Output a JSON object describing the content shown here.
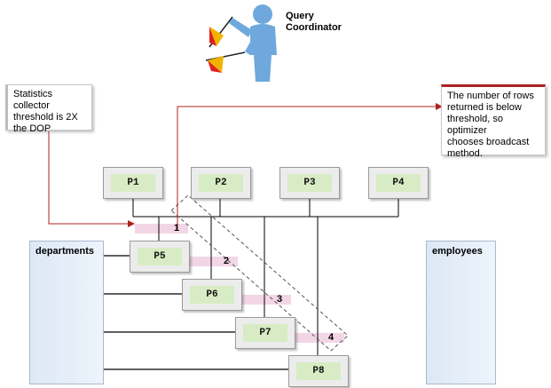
{
  "coordinator": {
    "label": "Query\nCoordinator"
  },
  "callouts": {
    "left": "Statistics collector\nthreshold is 2X\nthe DOP",
    "right": "The number of rows\nreturned is below\nthreshold, so optimizer\nchooses broadcast\nmethod."
  },
  "producers": [
    "P1",
    "P2",
    "P3",
    "P4"
  ],
  "consumers": [
    "P5",
    "P6",
    "P7",
    "P8"
  ],
  "tables": {
    "left": "departments",
    "right": "employees"
  },
  "steps": [
    "1",
    "2",
    "3",
    "4"
  ],
  "colors": {
    "accent": "#b02020",
    "process_fill": "#d7ecc4",
    "highlight": "#f3d6e6"
  }
}
